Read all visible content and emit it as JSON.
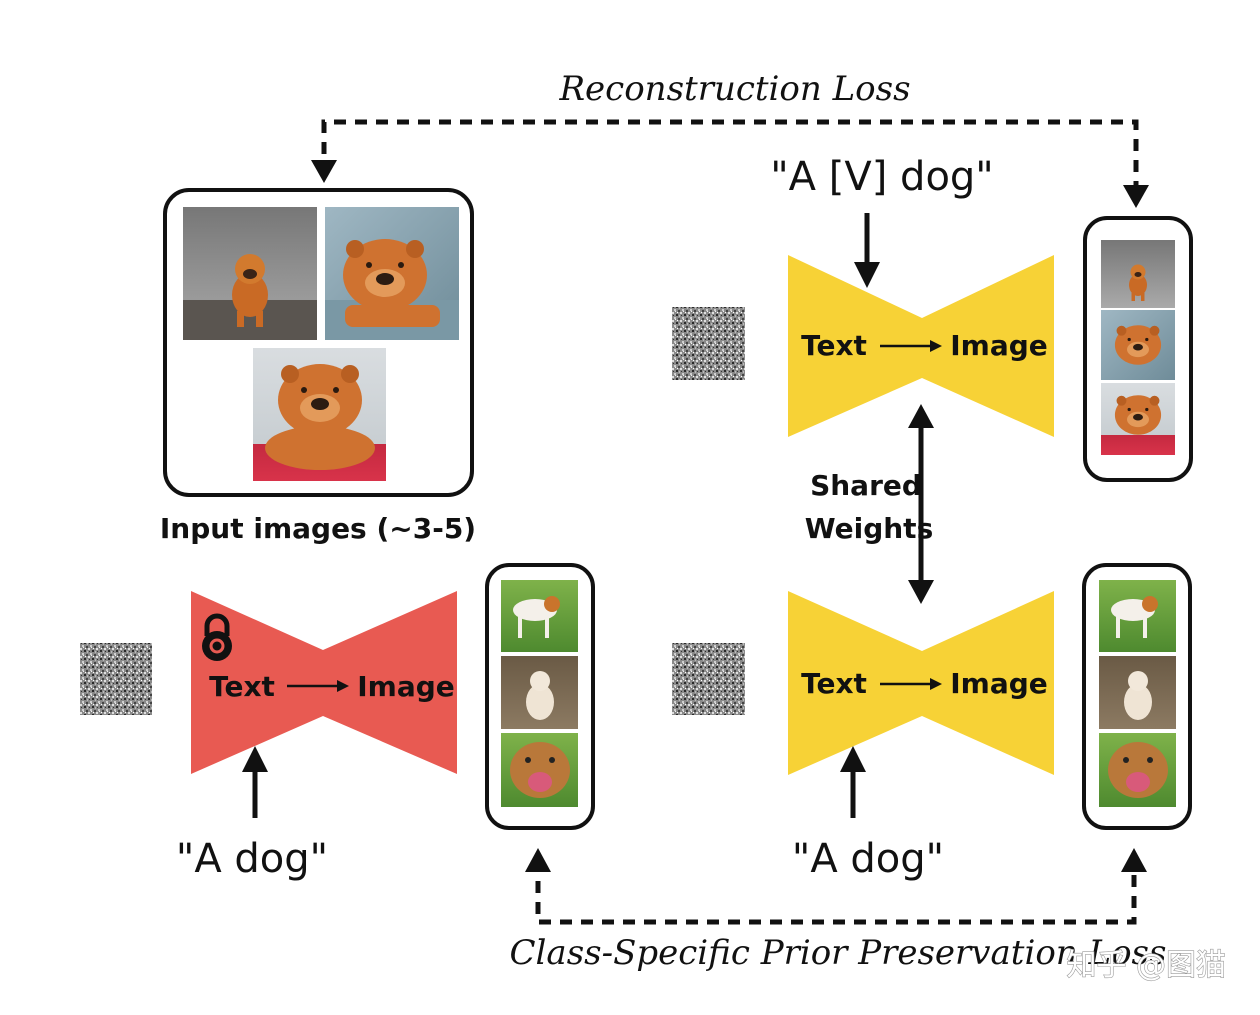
{
  "labels": {
    "reconstruction_loss": "Reconstruction Loss",
    "prior_loss": "Class-Specific Prior Preservation Loss",
    "input_images": "Input images (~3-5)",
    "shared_weights_line1": "Shared",
    "shared_weights_line2": "Weights",
    "prompt_special": "\"A [V] dog\"",
    "prompt_class_left": "\"A dog\"",
    "prompt_class_right": "\"A dog\"",
    "watermark": "知乎 @图猫"
  },
  "models": {
    "frozen": {
      "text": "Text",
      "image": "Image",
      "color": "#e85a52"
    },
    "top": {
      "text": "Text",
      "image": "Image",
      "color": "#f7d236"
    },
    "bottom": {
      "text": "Text",
      "image": "Image",
      "color": "#f7d236"
    }
  },
  "colors": {
    "line": "#111111",
    "noise": "#8a8a8a",
    "dog_fur": "#c96a25",
    "grass": "#5e9e3a"
  }
}
